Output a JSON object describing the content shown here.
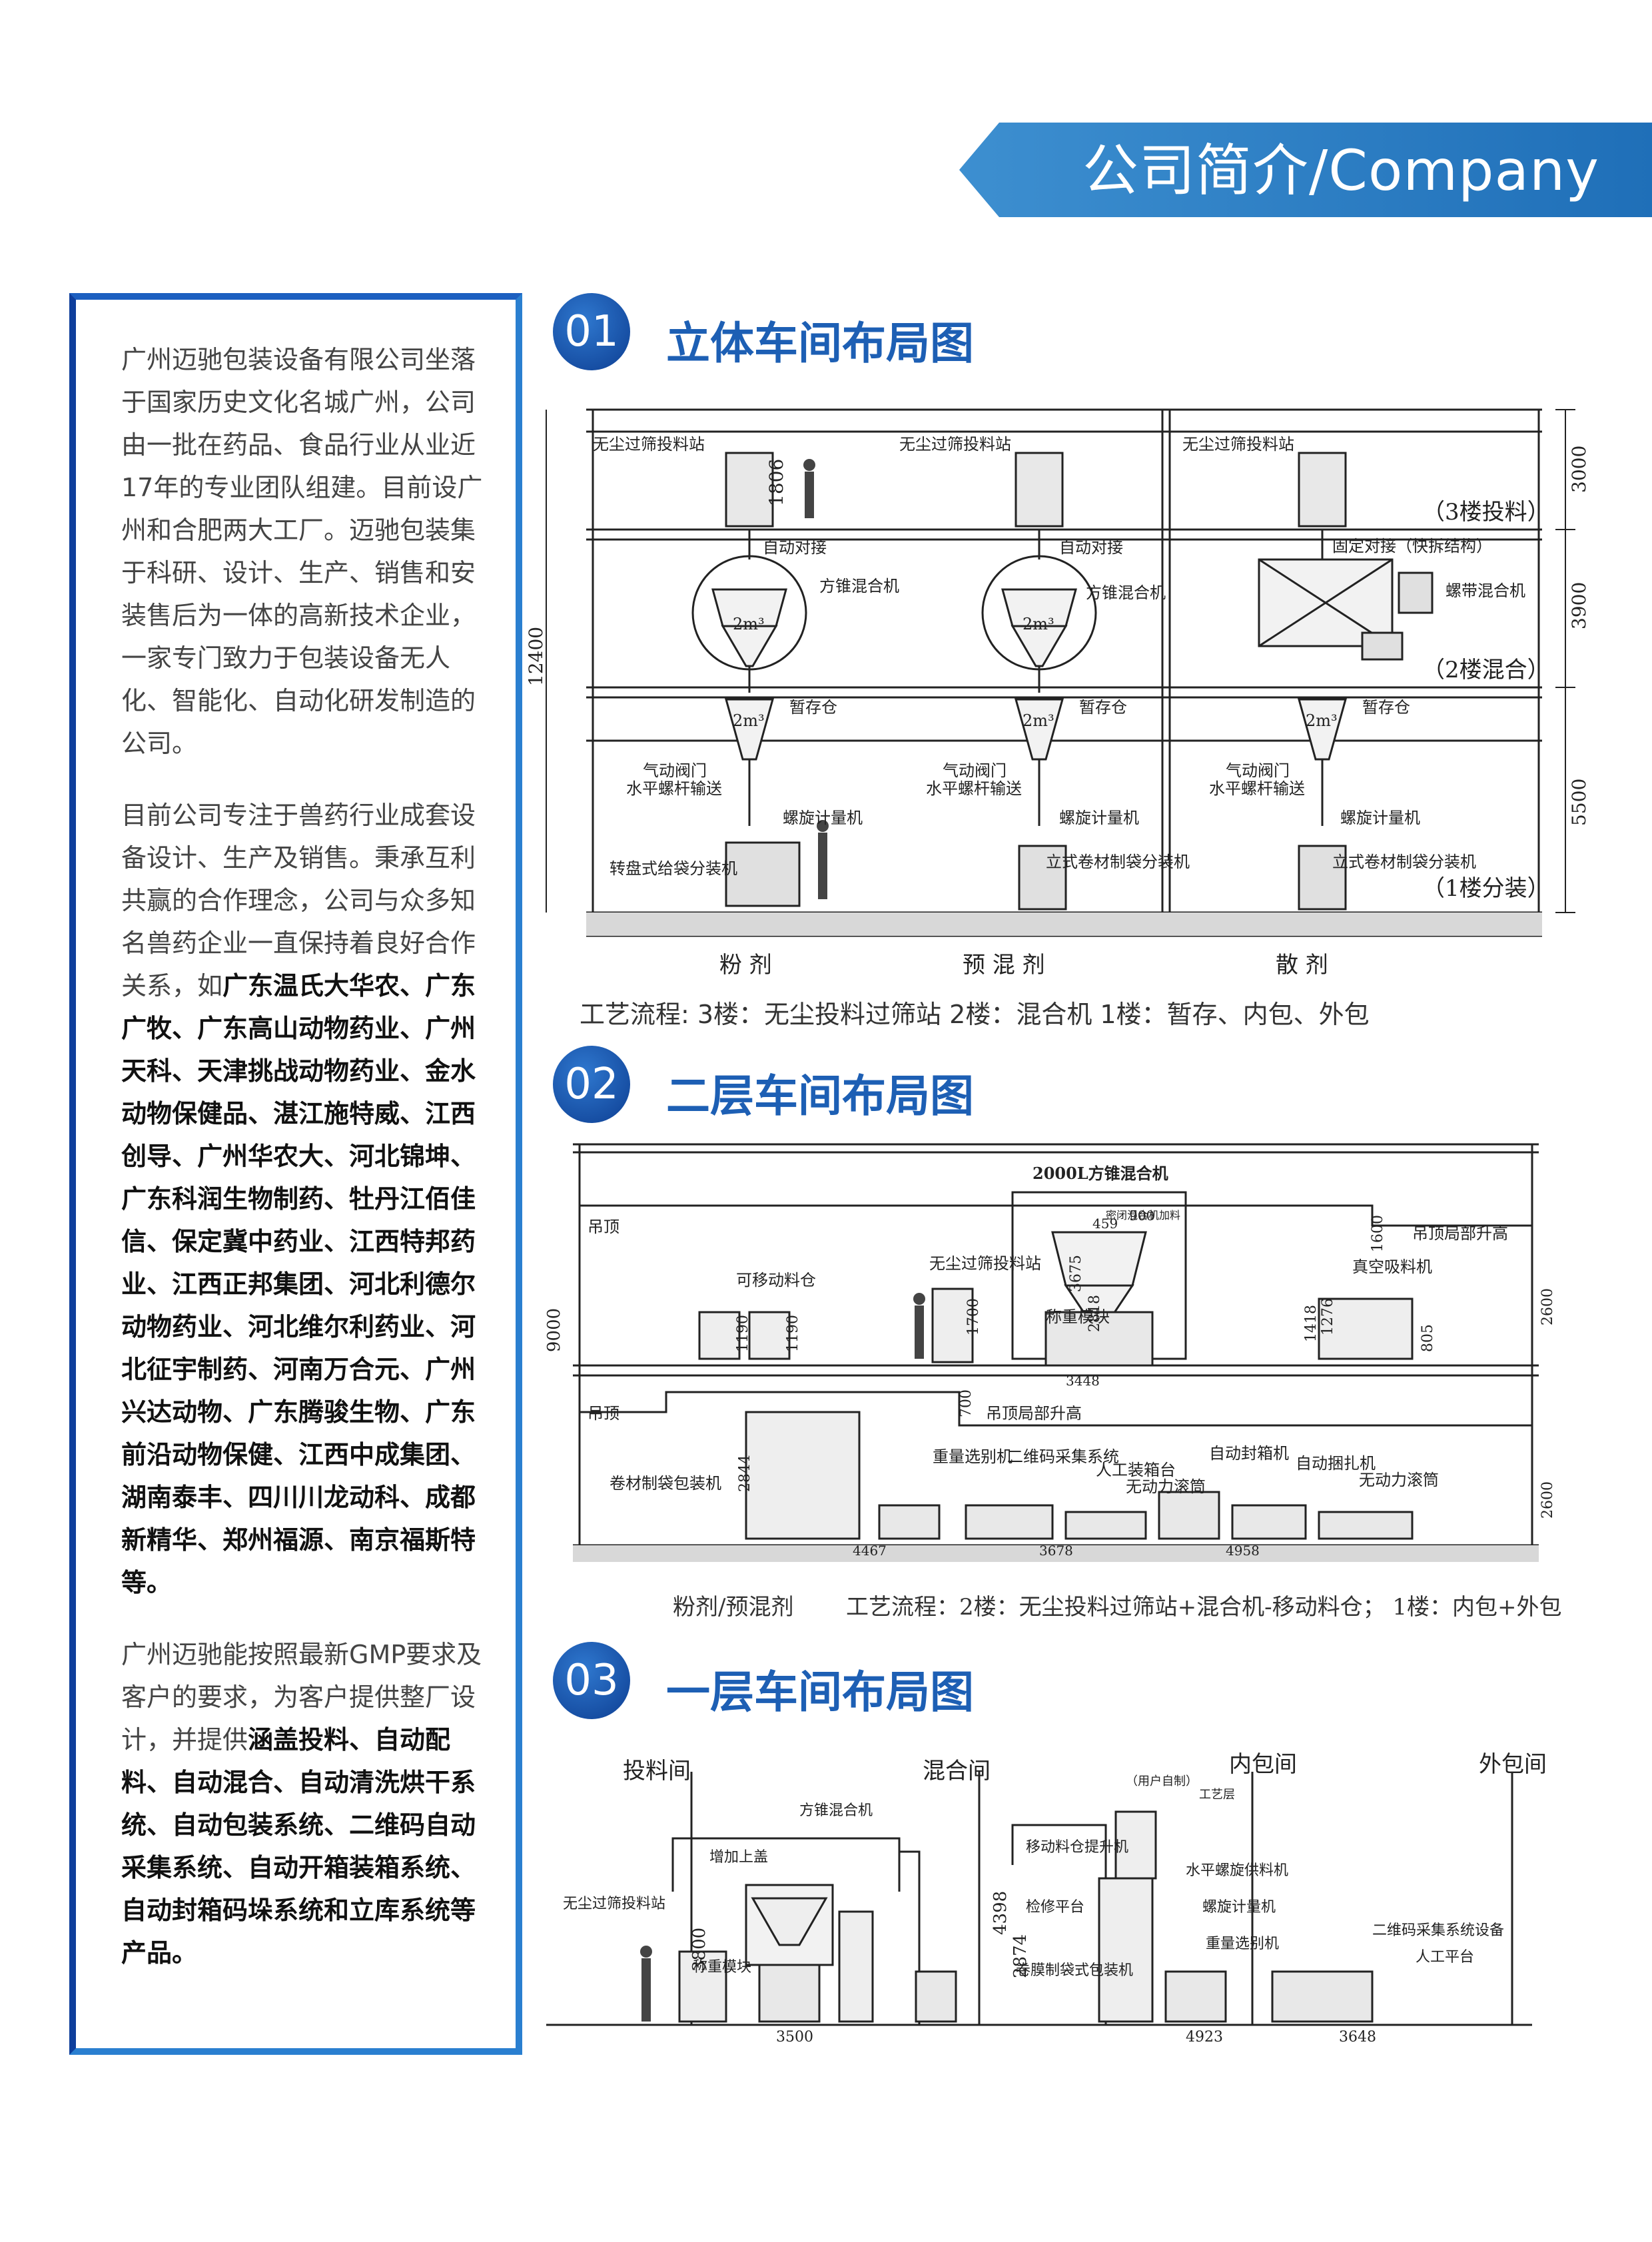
{
  "header": {
    "title": "公司简介/Company"
  },
  "intro": {
    "p1": "广州迈驰包装设备有限公司坐落于国家历史文化名城广州，公司由一批在药品、食品行业从业近17年的专业团队组建。目前设广州和合肥两大工厂。迈驰包装集于科研、设计、生产、销售和安装售后为一体的高新技术企业，一家专门致力于包装设备无人化、智能化、自动化研发制造的公司。",
    "p2_lead": "目前公司专注于兽药行业成套设备设计、生产及销售。秉承互利共赢的合作理念，公司与众多知名兽药企业一直保持着良好合作关系，如",
    "p2_bold": "广东温氏大华农、广东广牧、广东高山动物药业、广州天科、天津挑战动物药业、金水动物保健品、湛江施特威、江西创导、广州华农大、河北锦坤、广东科润生物制药、牡丹江佰佳信、保定冀中药业、江西特邦药业、江西正邦集团、河北利德尔动物药业、河北维尔利药业、河北征宇制药、河南万合元、广州兴达动物、广东腾骏生物、广东前沿动物保健、江西中成集团、 湖南泰丰、四川川龙动科、成都新精华、郑州福源、南京福斯特等。",
    "p3_lead": "广州迈驰能按照最新GMP要求及客户的要求，为客户提供整厂设计，并提供",
    "p3_bold": "涵盖投料、自动配料、自动混合、自动清洗烘干系统、自动包装系统、二维码自动采集系统、自动开箱装箱系统、自动封箱码垛系统和立库系统等产品。"
  },
  "sections": [
    {
      "num": "01",
      "title": "立体车间布局图"
    },
    {
      "num": "02",
      "title": "二层车间布局图"
    },
    {
      "num": "03",
      "title": "一层车间布局图"
    }
  ],
  "d1": {
    "total_height": "12400",
    "floor_heights": [
      "3000",
      "3900",
      "5500"
    ],
    "floors": [
      "（3楼投料）",
      "（2楼混合）",
      "（1楼分装）"
    ],
    "columns": [
      "粉  剂",
      "预  混  剂",
      "散  剂"
    ],
    "station": "无尘过筛投料站",
    "dock": "自动对接",
    "dock3": "固定对接（快拆结构）",
    "mixer": "方锥混合机",
    "ribbon_mixer": "螺带混合机",
    "vol": "2m³",
    "hopper": "暂存仓",
    "valve": "气动阀门",
    "screw": "水平螺杆输送",
    "meter": "螺旋计量机",
    "packer1": "转盘式给袋分装机",
    "packer2": "立式卷材制袋分装机",
    "h1806": "1806",
    "process": "工艺流程:  3楼：无尘投料过筛站    2楼：混合机    1楼：暂存、内包、外包"
  },
  "d2": {
    "mixer_title": "2000L方锥混合机",
    "ceiling": "吊顶",
    "raise": "吊顶局部升高",
    "bins": "可移动料仓",
    "station": "无尘过筛投料站",
    "weigh": "称重模块",
    "vacuum": "真空吸料机",
    "mixer_add": "密闭混合机加料",
    "dims": [
      "9000",
      "2600",
      "2600",
      "1600",
      "3675",
      "2818",
      "459",
      "900",
      "1418",
      "1276",
      "805",
      "3448",
      "1700",
      "700",
      "2844",
      "1190",
      "1190"
    ],
    "roll": "卷材制袋包装机",
    "selector": "重量选别机",
    "qr": "二维码采集系统",
    "manual": "人工装箱台",
    "roller": "无动力滚筒",
    "sealer": "自动封箱机",
    "strapper": "自动捆扎机",
    "roller2": "无动力滚筒",
    "bottom_dims": [
      "4467",
      "3678",
      "4958"
    ],
    "caption_left": "粉剂/预混剂",
    "caption": "工艺流程：2楼：无尘投料过筛站+混合机-移动料仓；  1楼：内包+外包"
  },
  "d3": {
    "rooms": [
      "投料间",
      "混合间",
      "内包间",
      "外包间"
    ],
    "mixer": "方锥混合机",
    "lift": "增加上盖",
    "station": "无尘过筛投料站",
    "weigh": "称重模块",
    "user": "（用户自制）",
    "platform_top": "工艺层",
    "bin_lift": "移动料仓提升机",
    "screw": "水平螺旋供料机",
    "check": "检修平台",
    "meter": "螺旋计量机",
    "selector": "重量选别机",
    "roll": "卷膜制袋式包装机",
    "qr": "二维码采集系统设备",
    "manual": "人工平台",
    "dims": [
      "3800",
      "4398",
      "2874"
    ],
    "bottom_dims": [
      "3500",
      "4923",
      "3648"
    ]
  }
}
